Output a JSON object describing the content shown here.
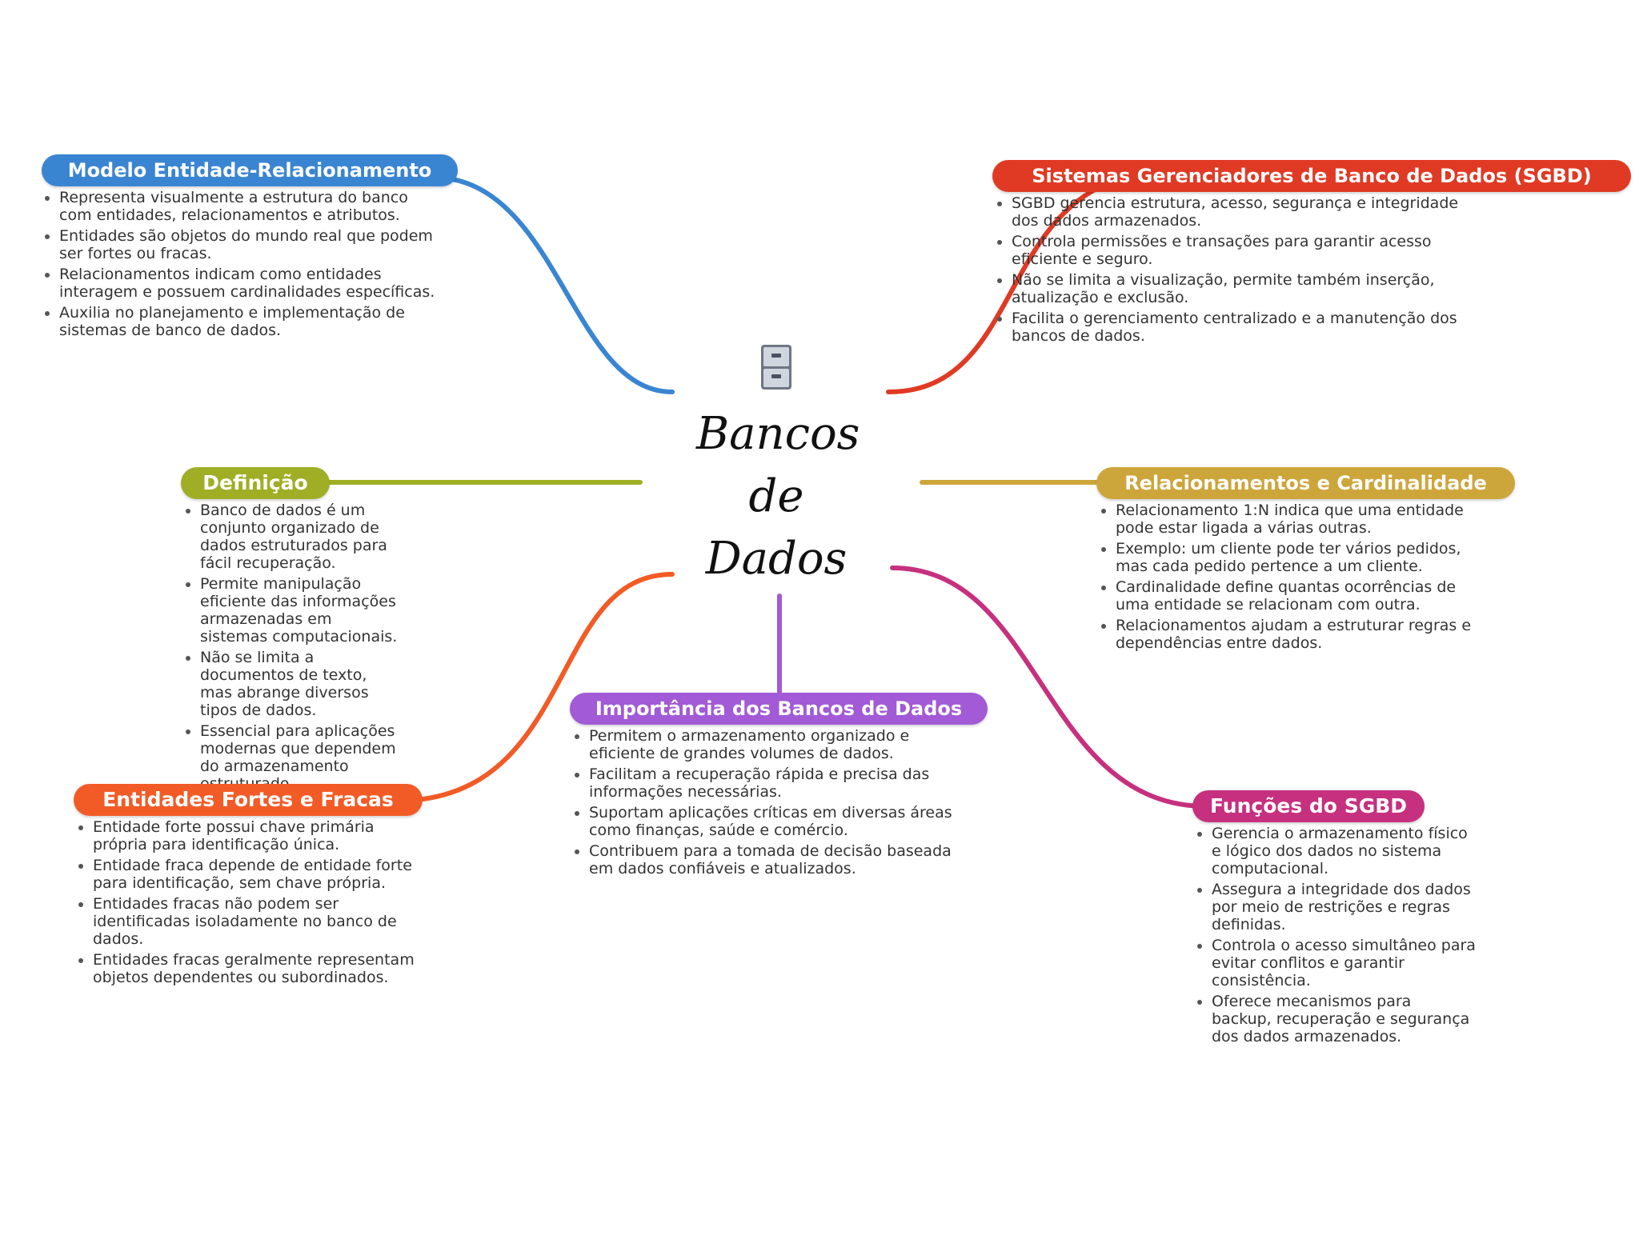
{
  "center": {
    "icon": "file-cabinet-icon",
    "title_lines": [
      "Bancos",
      "de",
      "Dados"
    ]
  },
  "colors": {
    "modelo": "#3a85d2",
    "sgbd": "#e03a24",
    "definicao": "#9fae24",
    "relacionamentos": "#cda63b",
    "entidades": "#f25b26",
    "importancia": "#a25ad6",
    "funcoes": "#c6307f"
  },
  "branches": {
    "modelo": {
      "title": "Modelo Entidade-Relacionamento",
      "items": [
        "Representa visualmente a estrutura do banco com entidades, relacionamentos e atributos.",
        "Entidades são objetos do mundo real que podem ser fortes ou fracas.",
        "Relacionamentos indicam como entidades interagem e possuem cardinalidades específicas.",
        "Auxilia no planejamento e implementação de sistemas de banco de dados."
      ]
    },
    "sgbd": {
      "title": "Sistemas Gerenciadores de Banco de Dados (SGBD)",
      "items": [
        "SGBD gerencia estrutura, acesso, segurança e integridade dos dados armazenados.",
        "Controla permissões e transações para garantir acesso eficiente e seguro.",
        "Não se limita a visualização, permite também inserção, atualização e exclusão.",
        "Facilita o gerenciamento centralizado e a manutenção dos bancos de dados."
      ]
    },
    "definicao": {
      "title": "Definição",
      "items": [
        "Banco de dados é um conjunto organizado de dados estruturados para fácil recuperação.",
        "Permite manipulação eficiente das informações armazenadas em sistemas computacionais.",
        "Não se limita a documentos de texto, mas abrange diversos tipos de dados.",
        "Essencial para aplicações modernas que dependem do armazenamento estruturado."
      ]
    },
    "relacionamentos": {
      "title": "Relacionamentos e Cardinalidade",
      "items": [
        "Relacionamento 1:N indica que uma entidade pode estar ligada a várias outras.",
        "Exemplo: um cliente pode ter vários pedidos, mas cada pedido pertence a um cliente.",
        "Cardinalidade define quantas ocorrências de uma entidade se relacionam com outra.",
        "Relacionamentos ajudam a estruturar regras e dependências entre dados."
      ]
    },
    "entidades": {
      "title": "Entidades Fortes e Fracas",
      "items": [
        "Entidade forte possui chave primária própria para identificação única.",
        "Entidade fraca depende de entidade forte para identificação, sem chave própria.",
        "Entidades fracas não podem ser identificadas isoladamente no banco de dados.",
        "Entidades fracas geralmente representam objetos dependentes ou subordinados."
      ]
    },
    "importancia": {
      "title": "Importância dos Bancos de Dados",
      "items": [
        "Permitem o armazenamento organizado e eficiente de grandes volumes de dados.",
        "Facilitam a recuperação rápida e precisa das informações necessárias.",
        "Suportam aplicações críticas em diversas áreas como finanças, saúde e comércio.",
        "Contribuem para a tomada de decisão baseada em dados confiáveis e atualizados."
      ]
    },
    "funcoes": {
      "title": "Funções do SGBD",
      "items": [
        "Gerencia o armazenamento físico e lógico dos dados no sistema computacional.",
        "Assegura a integridade dos dados por meio de restrições e regras definidas.",
        "Controla o acesso simultâneo para evitar conflitos e garantir consistência.",
        "Oferece mecanismos para backup, recuperação e segurança dos dados armazenados."
      ]
    }
  }
}
